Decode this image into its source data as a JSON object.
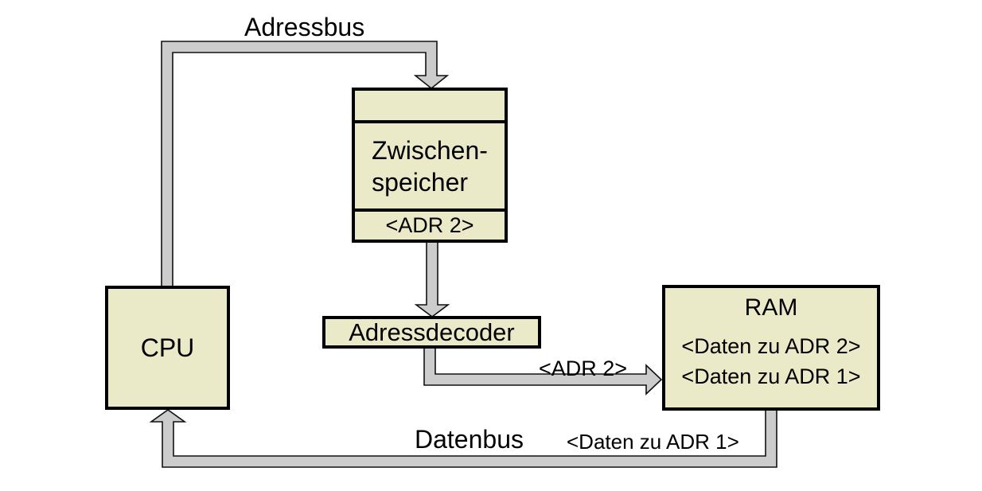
{
  "diagram": {
    "title": "CPU-RAM address/data bus diagram",
    "colors": {
      "background": "#ffffff",
      "box_fill": "#eaeac8",
      "box_border": "#000000",
      "bus_fill": "#cccccc",
      "bus_outline": "#111111",
      "text": "#000000"
    },
    "nodes": {
      "cpu": {
        "label": "CPU"
      },
      "buffer": {
        "label_line1": "Zwischen-",
        "label_line2": "speicher",
        "slot": "<ADR 2>"
      },
      "decoder": {
        "label": "Adressdecoder"
      },
      "ram": {
        "title": "RAM",
        "rows": [
          "<Daten zu ADR 2>",
          "<Daten zu ADR 1>"
        ]
      }
    },
    "labels": {
      "adressbus": "Adressbus",
      "datenbus": "Datenbus",
      "adr2_bus": "<ADR 2>",
      "daten_adr1_bus": "<Daten zu ADR 1>"
    }
  }
}
